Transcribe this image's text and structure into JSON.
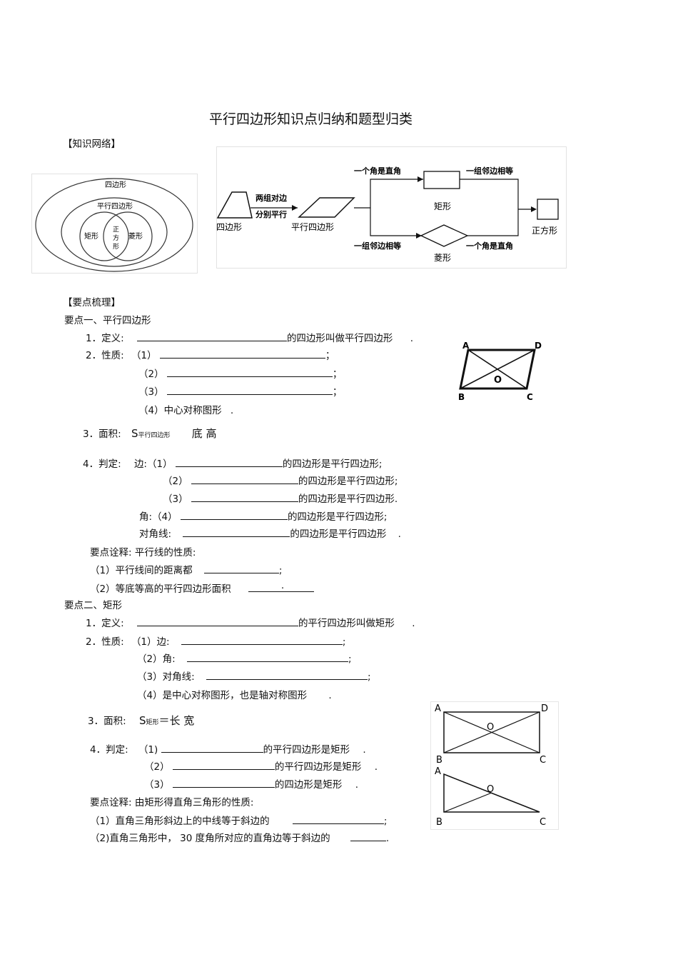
{
  "title": "平行四边形知识点归纳和题型归类",
  "section_network": "【知识网络】",
  "venn": {
    "outer": "四边形",
    "parallelogram": "平行四边形",
    "rectangle": "矩形",
    "rhombus": "菱形",
    "square_chars": [
      "正",
      "方",
      "形"
    ]
  },
  "flow": {
    "quad": "四边形",
    "cond1": "两组对边",
    "cond2": "分别平行",
    "parallelogram": "平行四边形",
    "top_left": "一个角是直角",
    "top_right": "一组邻边相等",
    "rectangle": "矩形",
    "square": "正方形",
    "bottom_left": "一组邻边相等",
    "rhombus": "菱形",
    "bottom_right": "一个角是直角"
  },
  "section_points": "【要点梳理】",
  "p1": {
    "heading": "要点一、平行四边形",
    "def_label": "1．定义:",
    "def_tail": "的四边形叫做平行四边形",
    "dot": ".",
    "prop_label": "2．性质:",
    "prop1": "（1）",
    "prop2": "（2）",
    "prop3": "（3）",
    "prop4": "（4）中心对称图形",
    "semi": "；",
    "area_label": "3．面积:",
    "area_s": "S",
    "area_sub": "平行四边形",
    "area_rest": "底    高",
    "judge_label": "4．判定:",
    "judge_side": "边:（1）",
    "judge2": "（2）",
    "judge3": "（3）",
    "judge_angle": "角:（4）",
    "judge_diag": "对角线:",
    "judge_tail1": "的四边形是平行四边形;",
    "judge_tail3": "的四边形是平行四边形.",
    "judge_tail5": "的四边形是平行四边形",
    "note_title": "要点诠释:    平行线的性质:",
    "note1": "（1）平行线间的距离都",
    "note2": "（2）等底等高的平行四边形面积",
    "note_semi": ";",
    "note_dot": "."
  },
  "p2": {
    "heading": "要点二、矩形",
    "def_label": "1．定义:",
    "def_tail": "的平行四边形叫做矩形",
    "prop_label": "2．性质:",
    "prop_side": "（1）边:",
    "prop_angle": "（2）角:",
    "prop_diag": "（3）对角线:",
    "prop4": "（4）是中心对称图形，也是轴对称图形",
    "area_label": "3．面积:",
    "area_s": "S",
    "area_sub": "矩形",
    "area_rest": "＝长    宽",
    "judge_label": "4．判定:",
    "judge1": "（1)",
    "judge2": "（2）",
    "judge3": "（3）",
    "judge_tail_pg": "的平行四边形是矩形",
    "judge_tail_quad": "的四边形是矩形",
    "note_title": "要点诠释:    由矩形得直角三角形的性质:",
    "note1": "（1）直角三角形斜边上的中线等于斜边的",
    "note2": "（2)直角三角形中，  30 度角所对应的直角边等于斜边的",
    "semi": ";",
    "dot": "."
  },
  "fig1": {
    "A": "A",
    "B": "B",
    "C": "C",
    "D": "D",
    "O": "O"
  },
  "fig2": {
    "A": "A",
    "B": "B",
    "C": "C",
    "D": "D",
    "O": "O"
  },
  "fig3": {
    "A": "A",
    "B": "B",
    "C": "C",
    "O": "O"
  }
}
